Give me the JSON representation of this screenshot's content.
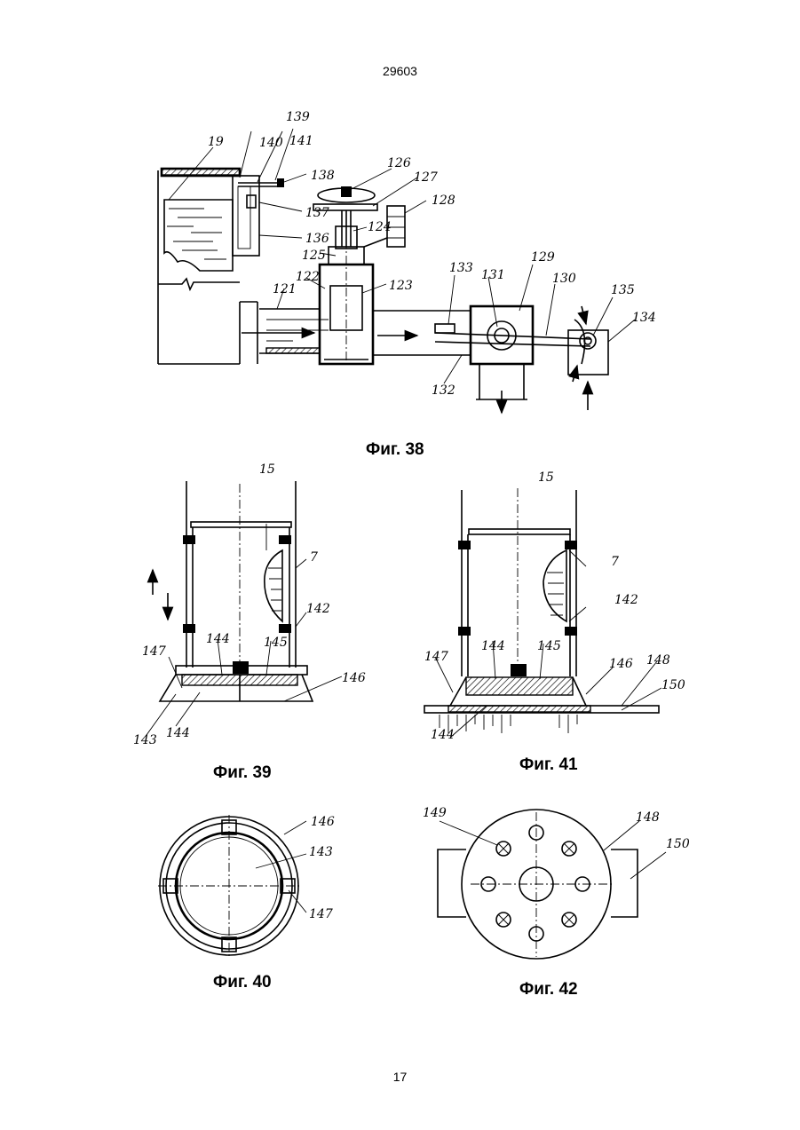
{
  "page": {
    "header": "29603",
    "footer": "17"
  },
  "figures": [
    {
      "id": "fig38",
      "caption": "Фиг. 38",
      "labels": {
        "l19": "19",
        "l139": "139",
        "l140": "140",
        "l141": "141",
        "l138": "138",
        "l137": "137",
        "l136": "136",
        "l126": "126",
        "l127": "127",
        "l128": "128",
        "l124": "124",
        "l125": "125",
        "l122": "122",
        "l121": "121",
        "l123": "123",
        "l133": "133",
        "l131": "131",
        "l129": "129",
        "l130": "130",
        "l135": "135",
        "l134": "134",
        "l132": "132"
      }
    },
    {
      "id": "fig39",
      "caption": "Фиг. 39",
      "labels": {
        "l15": "15",
        "l7": "7",
        "l142": "142",
        "l147": "147",
        "l144a": "144",
        "l145": "145",
        "l146": "146",
        "l143": "143",
        "l144b": "144"
      }
    },
    {
      "id": "fig40",
      "caption": "Фиг. 40",
      "labels": {
        "l146": "146",
        "l143": "143",
        "l147": "147"
      }
    },
    {
      "id": "fig41",
      "caption": "Фиг. 41",
      "labels": {
        "l15": "15",
        "l7": "7",
        "l142": "142",
        "l147": "147",
        "l144a": "144",
        "l145": "145",
        "l146": "146",
        "l148": "148",
        "l150": "150",
        "l144b": "144"
      }
    },
    {
      "id": "fig42",
      "caption": "Фиг. 42",
      "labels": {
        "l149": "149",
        "l148": "148",
        "l150": "150"
      }
    }
  ]
}
